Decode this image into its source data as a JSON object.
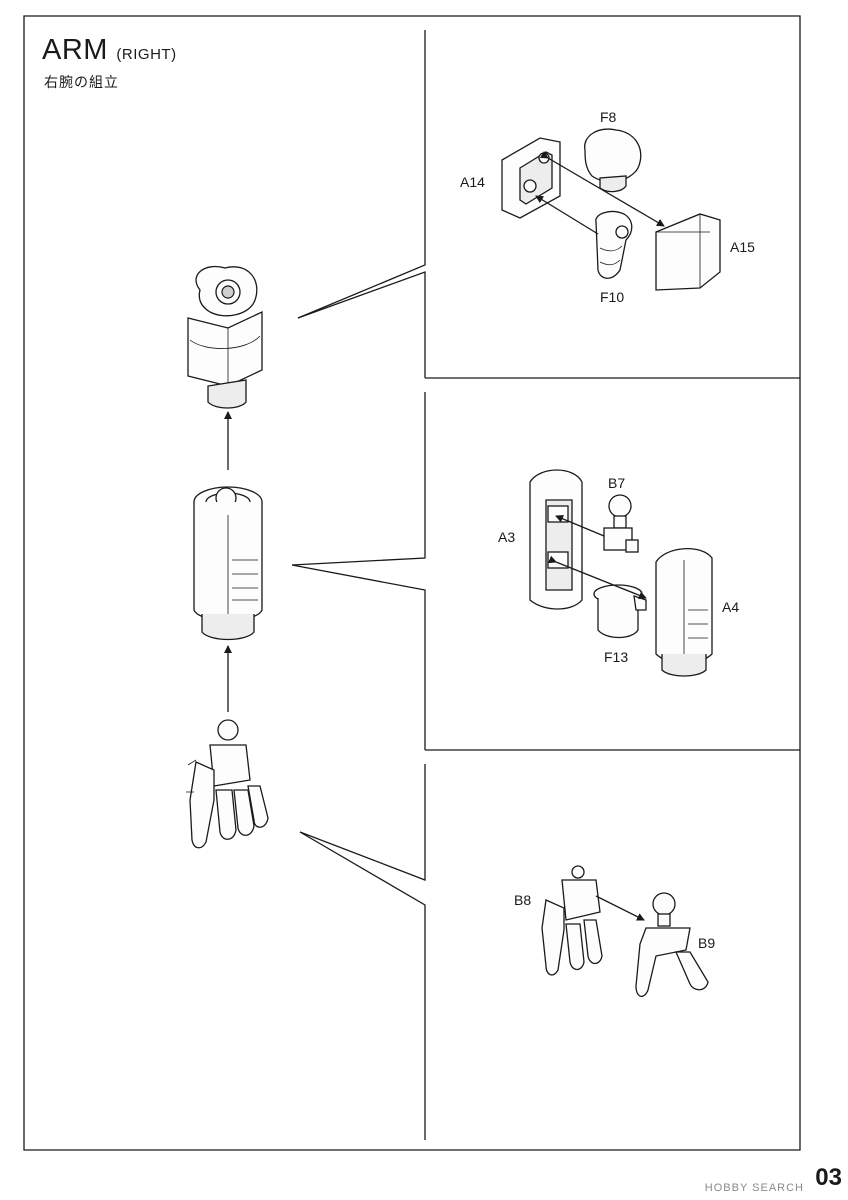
{
  "header": {
    "title": "ARM",
    "subtitle": "(RIGHT)",
    "japanese_title": "右腕の組立"
  },
  "steps": [
    {
      "id": "upper-arm",
      "parts": [
        "F8",
        "A14",
        "A15",
        "F10"
      ]
    },
    {
      "id": "forearm",
      "parts": [
        "B7",
        "A3",
        "A4",
        "F13"
      ]
    },
    {
      "id": "hand",
      "parts": [
        "B8",
        "B9"
      ]
    }
  ],
  "labels": {
    "F8": "F8",
    "A14": "A14",
    "A15": "A15",
    "F10": "F10",
    "B7": "B7",
    "A3": "A3",
    "A4": "A4",
    "F13": "F13",
    "B8": "B8",
    "B9": "B9"
  },
  "footer": {
    "brand": "HOBBY SEARCH",
    "page_number": "03"
  }
}
